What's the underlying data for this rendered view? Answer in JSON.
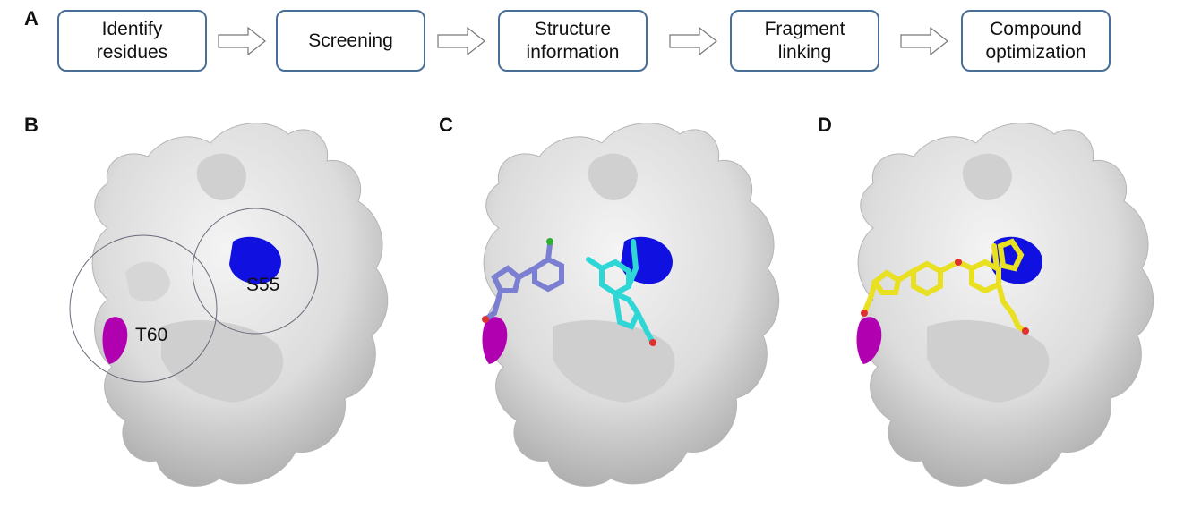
{
  "panels": {
    "a": "A",
    "b": "B",
    "c": "C",
    "d": "D"
  },
  "flow": {
    "steps": [
      {
        "label": "Identify\nresidues"
      },
      {
        "label": "Screening"
      },
      {
        "label": "Structure\ninformation"
      },
      {
        "label": "Fragment\nlinking"
      },
      {
        "label": "Compound\noptimization"
      }
    ]
  },
  "residues": {
    "s55": "S55",
    "t60": "T60"
  },
  "colors": {
    "box_border": "#4a6f96",
    "surface": "#e6e6e6",
    "s55_patch": "#1010e0",
    "t60_patch": "#b000b0",
    "fragment_1": "#7b7fd1",
    "fragment_2": "#2fd6d6",
    "linked_compound": "#e8e020"
  }
}
